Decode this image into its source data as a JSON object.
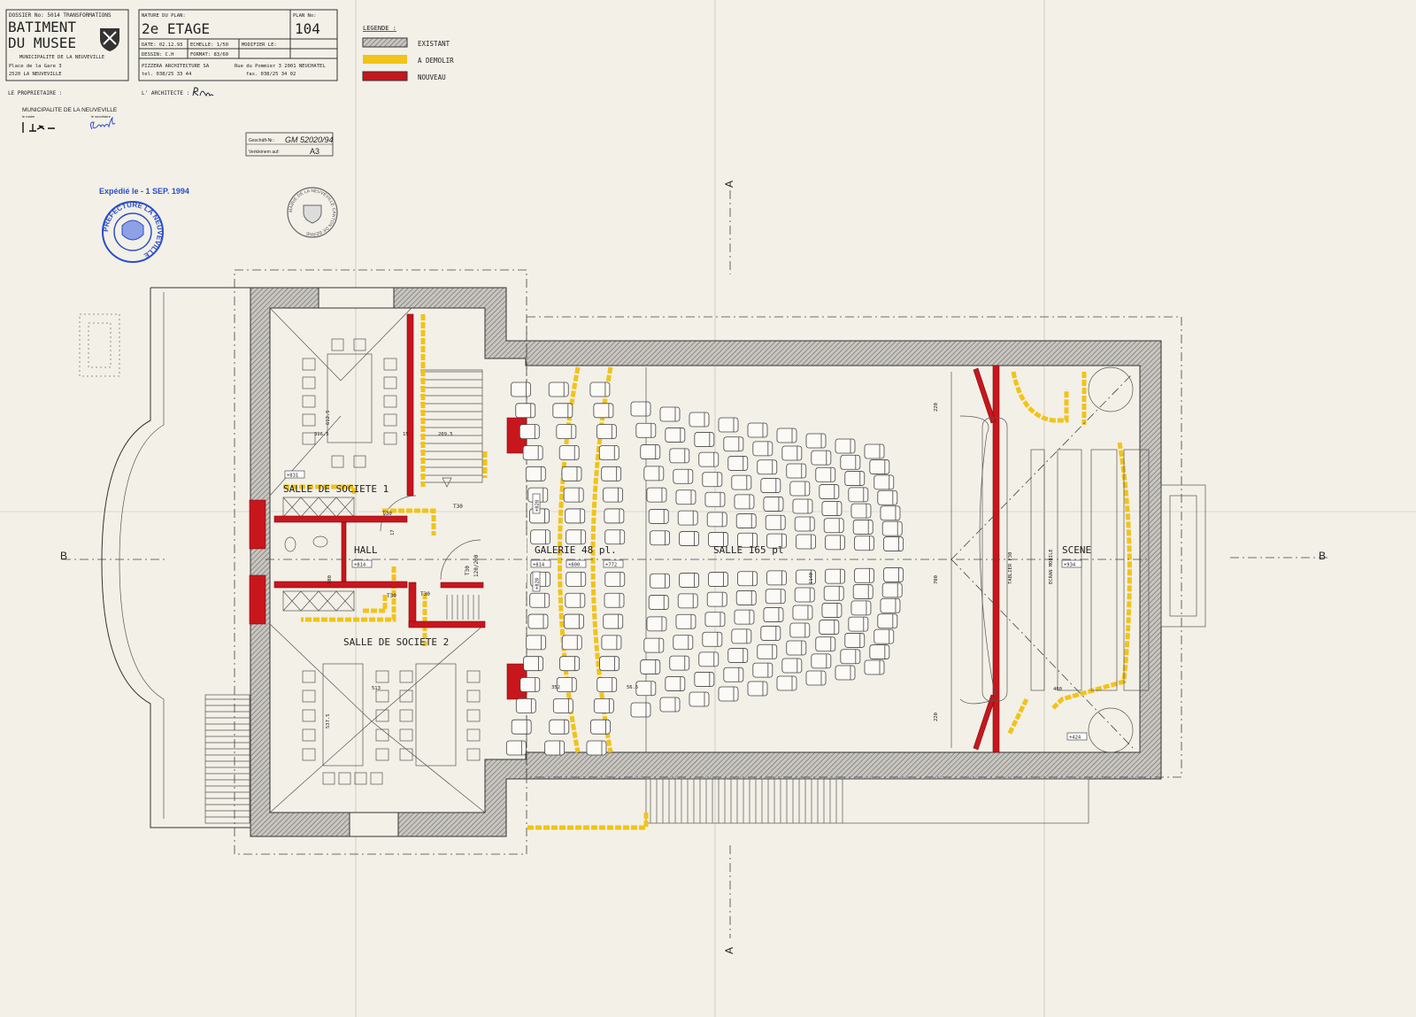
{
  "title_block": {
    "dossier": "DOSSIER No: 5014  TRANSFORMATIONS",
    "building_line1": "BATIMENT",
    "building_line2": "DU MUSEE",
    "owner": "MUNICIPALITE DE LA NEUVEVILLE",
    "address1": "Place de la Gare 3",
    "address2": "2520 LA NEUVEVILLE",
    "nature_label": "NATURE DU PLAN:",
    "nature": "2e ETAGE",
    "plan_no_label": "PLAN No:",
    "plan_no": "104",
    "date": "DATE: 02.12.93",
    "scale": "ECHELLE:  1/50",
    "modified": "MODIFIER LE:",
    "drawn": "DESSIN:    C.H",
    "format": "FORMAT: 83/60",
    "architect_firm": "PIZZERA ARCHITECTURE SA",
    "architect_tel": "tel. 038/25 33 44",
    "architect_addr": "Rue du Pommier 3  2001 NEUCHATEL",
    "architect_fax": "fax. 038/25 34 02",
    "owner_sign_label": "LE PROPRIETAIRE :",
    "architect_sign_label": "L' ARCHITECTE :"
  },
  "legend": {
    "title": "LEGENDE :",
    "items": [
      {
        "label": "EXISTANT",
        "color": "#9a9a9a"
      },
      {
        "label": "A DEMOLIR",
        "color": "#f2c318"
      },
      {
        "label": "NOUVEAU",
        "color": "#c8161d"
      }
    ]
  },
  "approvals": {
    "municipality": "MUNICIPALITE DE LA NEUVEVILLE",
    "mayor_label": "le maire",
    "secretary_label": "le secrétaire",
    "case_label": "Geschäft-Nr.:",
    "case_no": "GM 52020/94",
    "reduce_label": "Verkleinern auf:",
    "reduce_value": "A3",
    "sent": "Expédié le  - 1 SEP. 1994",
    "stamp_prefecture": "PRÉFECTURE LA NEUVEVILLE",
    "stamp_mairie": "MAIRIE DE LA NEUVEVILLE CANTON DE BERNE"
  },
  "sections": {
    "a_top": "A",
    "a_bottom": "A",
    "b_left": "B",
    "b_right": "B"
  },
  "rooms": {
    "salle_societe_1": "SALLE DE SOCIETE 1",
    "salle_societe_2": "SALLE DE SOCIETE 2",
    "hall": "HALL",
    "galerie": "GALERIE 48 pl.",
    "salle": "SALLE 165 pl",
    "scene": "SCENE",
    "tablier": "TABLIER F30",
    "ecran": "ECRAN MOBILE"
  },
  "levels": [
    "+831",
    "+814",
    "+814",
    "+800",
    "+772",
    "+828",
    "+828",
    "+934",
    "+424"
  ],
  "doors": [
    "T30",
    "T30",
    "T30",
    "T30",
    "T30",
    "120/200"
  ],
  "dimensions": [
    "612.5",
    "396.5",
    "15",
    "209.5",
    "513",
    "537.5",
    "180",
    "17",
    "220",
    "700",
    "1140",
    "220",
    "352",
    "56.5",
    "400"
  ],
  "seating": {
    "galerie_rows": 3,
    "salle_rows": 9
  }
}
